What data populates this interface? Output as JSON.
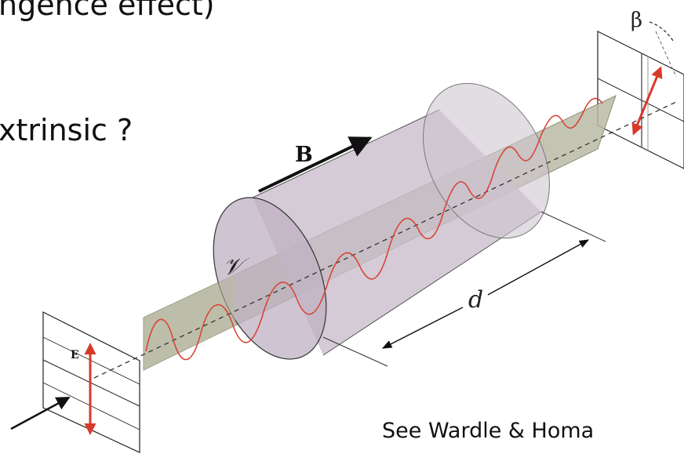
{
  "slide": {
    "line1": "ngence effect)",
    "line2": "xtrinsic ?",
    "credit": "See Wardle & Homa"
  },
  "diagram": {
    "label_B": "B",
    "label_V": "𝒱",
    "label_d": "d",
    "label_E": "E",
    "label_beta": "β",
    "colors": {
      "medium_fill": "#c9bccb",
      "plane_fill": "#b8baa3",
      "wave": "#d8463a",
      "arrow_red": "#d83a2a",
      "ink": "#111111"
    }
  }
}
